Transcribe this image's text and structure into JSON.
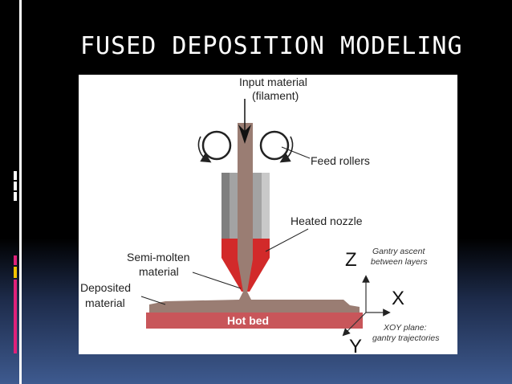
{
  "slide": {
    "title": "FUSED DEPOSITION MODELING"
  },
  "diagram": {
    "input_material_line1": "Input material",
    "input_material_line2": "(filament)",
    "feed_rollers": "Feed rollers",
    "heated_nozzle": "Heated nozzle",
    "semi_molten_line1": "Semi-molten",
    "semi_molten_line2": "material",
    "deposited_line1": "Deposited",
    "deposited_line2": "material",
    "hot_bed": "Hot bed",
    "axis_z": "Z",
    "axis_x": "X",
    "axis_y": "Y",
    "gantry_ascent_line1": "Gantry ascent",
    "gantry_ascent_line2": "between layers",
    "xoy_line1": "XOY plane:",
    "xoy_line2": "gantry trajectories"
  },
  "colors": {
    "filament": "#9a7d73",
    "heater_block": "#9a9a9a",
    "nozzle": "#d22a2a",
    "hot_bed": "#c8565a",
    "background_top": "#000000",
    "background_bottom": "#3e5a8f",
    "accent_pink": "#e0217a",
    "accent_yellow": "#f4c300"
  }
}
